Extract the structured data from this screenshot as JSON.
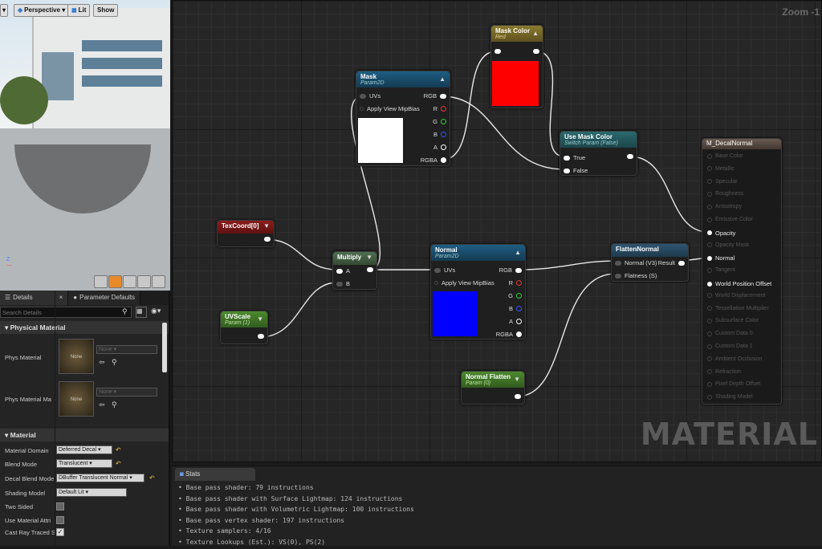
{
  "viewport": {
    "perspective": "Perspective",
    "lit": "Lit",
    "show": "Show"
  },
  "details": {
    "tab_details": "Details",
    "tab_params": "Parameter Defaults",
    "search_placeholder": "Search Details",
    "physical": {
      "title": "Physical Material",
      "phys_label": "Phys Material",
      "phys_mask_label": "Phys Material Ma",
      "none_thumb": "None",
      "none_value": "None"
    },
    "material": {
      "title": "Material",
      "domain_label": "Material Domain",
      "domain_value": "Deferred Decal",
      "blend_label": "Blend Mode",
      "blend_value": "Translucent",
      "decal_label": "Decal Blend Mode",
      "decal_value": "DBuffer Translucent Normal",
      "shading_label": "Shading Model",
      "shading_value": "Default Lit",
      "two_sided": "Two Sided",
      "use_attr": "Use Material Attri",
      "cast_ray": "Cast Ray Traced S"
    }
  },
  "graph": {
    "zoom": "Zoom -1",
    "watermark": "MATERIAL",
    "mask": {
      "title": "Mask",
      "sub": "Param2D",
      "uvs": "UVs",
      "mip": "Apply View MipBias",
      "rgb": "RGB",
      "r": "R",
      "g": "G",
      "b": "B",
      "a": "A",
      "rgba": "RGBA"
    },
    "mask_color": {
      "title": "Mask Color",
      "sub": "Red",
      "color": "#ff0000"
    },
    "use_mask": {
      "title": "Use Mask Color",
      "sub": "Switch Param (False)",
      "t": "True",
      "f": "False"
    },
    "texcoord": {
      "title": "TexCoord[0]"
    },
    "multiply": {
      "title": "Multiply",
      "a": "A",
      "b": "B"
    },
    "uvscale": {
      "title": "UVScale",
      "sub": "Param (1)"
    },
    "normal": {
      "title": "Normal",
      "sub": "Param2D",
      "uvs": "UVs",
      "mip": "Apply View MipBias",
      "rgb": "RGB",
      "r": "R",
      "g": "G",
      "b": "B",
      "a": "A",
      "rgba": "RGBA",
      "color": "#0000ff"
    },
    "flatten": {
      "title": "FlattenNormal",
      "in": "Normal (V3)",
      "result": "Result",
      "flat": "Flatness (S)"
    },
    "nflatten": {
      "title": "Normal Flatten",
      "sub": "Param (0)"
    },
    "output": {
      "title": "M_DecalNormal",
      "pins": [
        "Base Color",
        "Metallic",
        "Specular",
        "Roughness",
        "Anisotropy",
        "Emissive Color",
        "Opacity",
        "Opacity Mask",
        "Normal",
        "Tangent",
        "World Position Offset",
        "World Displacement",
        "Tessellation Multiplier",
        "Subsurface Color",
        "Custom Data 0",
        "Custom Data 1",
        "Ambient Occlusion",
        "Refraction",
        "Pixel Depth Offset",
        "Shading Model"
      ]
    }
  },
  "stats": {
    "tab": "Stats",
    "lines": [
      "Base pass shader: 79 instructions",
      "Base pass shader with Surface Lightmap: 124 instructions",
      "Base pass shader with Volumetric Lightmap: 100 instructions",
      "Base pass vertex shader: 197 instructions",
      "Texture samplers: 4/16",
      "Texture Lookups (Est.): VS(0), PS(2)"
    ]
  }
}
